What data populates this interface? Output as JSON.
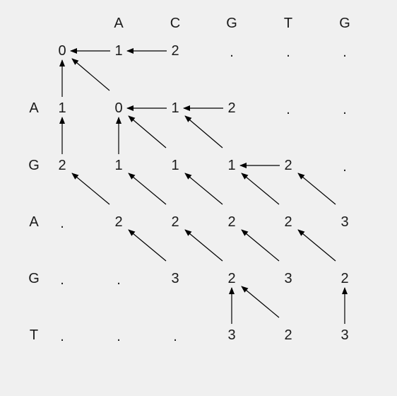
{
  "diagram": {
    "columns": [
      "A",
      "C",
      "G",
      "T",
      "G"
    ],
    "rows": [
      "A",
      "G",
      "A",
      "G",
      "T"
    ],
    "grid": [
      [
        "0",
        "1",
        "2",
        ".",
        ".",
        "."
      ],
      [
        "1",
        "0",
        "1",
        "2",
        ".",
        "."
      ],
      [
        "2",
        "1",
        "1",
        "1",
        "2",
        "."
      ],
      [
        ".",
        "2",
        "2",
        "2",
        "2",
        "3"
      ],
      [
        ".",
        ".",
        "3",
        "2",
        "3",
        "2"
      ],
      [
        ".",
        ".",
        ".",
        "3",
        "2",
        "3"
      ]
    ],
    "arrows": [
      {
        "from": [
          0,
          1
        ],
        "to": [
          0,
          0
        ],
        "dir": "left"
      },
      {
        "from": [
          0,
          2
        ],
        "to": [
          0,
          1
        ],
        "dir": "left"
      },
      {
        "from": [
          1,
          0
        ],
        "to": [
          0,
          0
        ],
        "dir": "up"
      },
      {
        "from": [
          1,
          1
        ],
        "to": [
          0,
          0
        ],
        "dir": "diag"
      },
      {
        "from": [
          1,
          2
        ],
        "to": [
          1,
          1
        ],
        "dir": "left"
      },
      {
        "from": [
          1,
          3
        ],
        "to": [
          1,
          2
        ],
        "dir": "left"
      },
      {
        "from": [
          2,
          0
        ],
        "to": [
          1,
          0
        ],
        "dir": "up"
      },
      {
        "from": [
          2,
          1
        ],
        "to": [
          1,
          1
        ],
        "dir": "up"
      },
      {
        "from": [
          2,
          2
        ],
        "to": [
          1,
          1
        ],
        "dir": "diag"
      },
      {
        "from": [
          2,
          3
        ],
        "to": [
          1,
          2
        ],
        "dir": "diag"
      },
      {
        "from": [
          2,
          4
        ],
        "to": [
          2,
          3
        ],
        "dir": "left"
      },
      {
        "from": [
          3,
          1
        ],
        "to": [
          2,
          0
        ],
        "dir": "diag"
      },
      {
        "from": [
          3,
          2
        ],
        "to": [
          2,
          1
        ],
        "dir": "diag"
      },
      {
        "from": [
          3,
          3
        ],
        "to": [
          2,
          2
        ],
        "dir": "diag"
      },
      {
        "from": [
          3,
          4
        ],
        "to": [
          2,
          3
        ],
        "dir": "diag"
      },
      {
        "from": [
          3,
          5
        ],
        "to": [
          2,
          4
        ],
        "dir": "diag"
      },
      {
        "from": [
          4,
          2
        ],
        "to": [
          3,
          1
        ],
        "dir": "diag"
      },
      {
        "from": [
          4,
          3
        ],
        "to": [
          3,
          2
        ],
        "dir": "diag"
      },
      {
        "from": [
          4,
          4
        ],
        "to": [
          3,
          3
        ],
        "dir": "diag"
      },
      {
        "from": [
          4,
          5
        ],
        "to": [
          3,
          4
        ],
        "dir": "diag"
      },
      {
        "from": [
          5,
          3
        ],
        "to": [
          4,
          3
        ],
        "dir": "up"
      },
      {
        "from": [
          5,
          4
        ],
        "to": [
          4,
          3
        ],
        "dir": "diag"
      },
      {
        "from": [
          5,
          5
        ],
        "to": [
          4,
          5
        ],
        "dir": "up"
      }
    ],
    "colors": {
      "text": "#1a1a1a",
      "arrow": "#000000",
      "background": "#f0f0f0"
    }
  }
}
